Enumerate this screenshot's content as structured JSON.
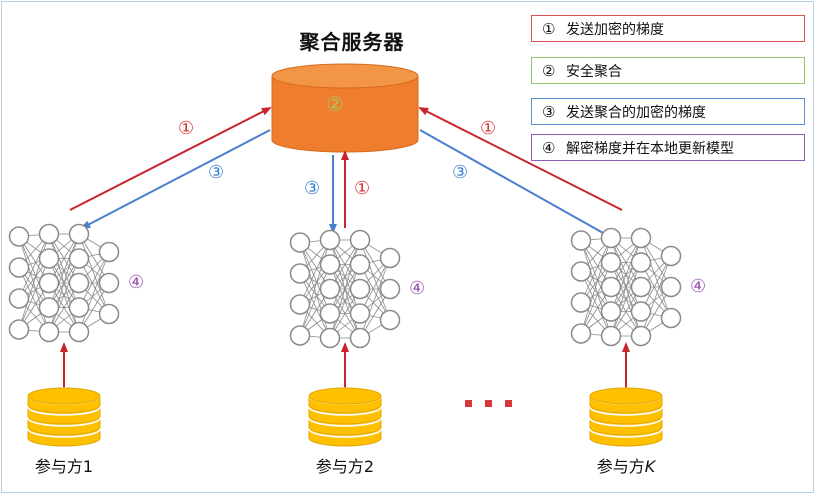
{
  "server": {
    "title": "聚合服务器",
    "step_on_cylinder": "②"
  },
  "legend": [
    {
      "num": "①",
      "text": "发送加密的梯度"
    },
    {
      "num": "②",
      "text": "安全聚合"
    },
    {
      "num": "③",
      "text": "发送聚合的加密的梯度"
    },
    {
      "num": "④",
      "text": "解密梯度并在本地更新模型"
    }
  ],
  "participants": [
    {
      "label": "参与方1",
      "k": ""
    },
    {
      "label": "参与方2",
      "k": ""
    },
    {
      "label": "参与方",
      "k": "K"
    }
  ],
  "steps": {
    "send": "①",
    "aggregate_send": "③",
    "local_update": "④"
  },
  "ellipsis": "···",
  "colors": {
    "server": "#ee7e2d",
    "server_top": "#f39547",
    "database": "#ffc000",
    "send_arrow": "#c9242b",
    "return_arrow": "#4a7fd0",
    "network": "#8a8a8a"
  }
}
